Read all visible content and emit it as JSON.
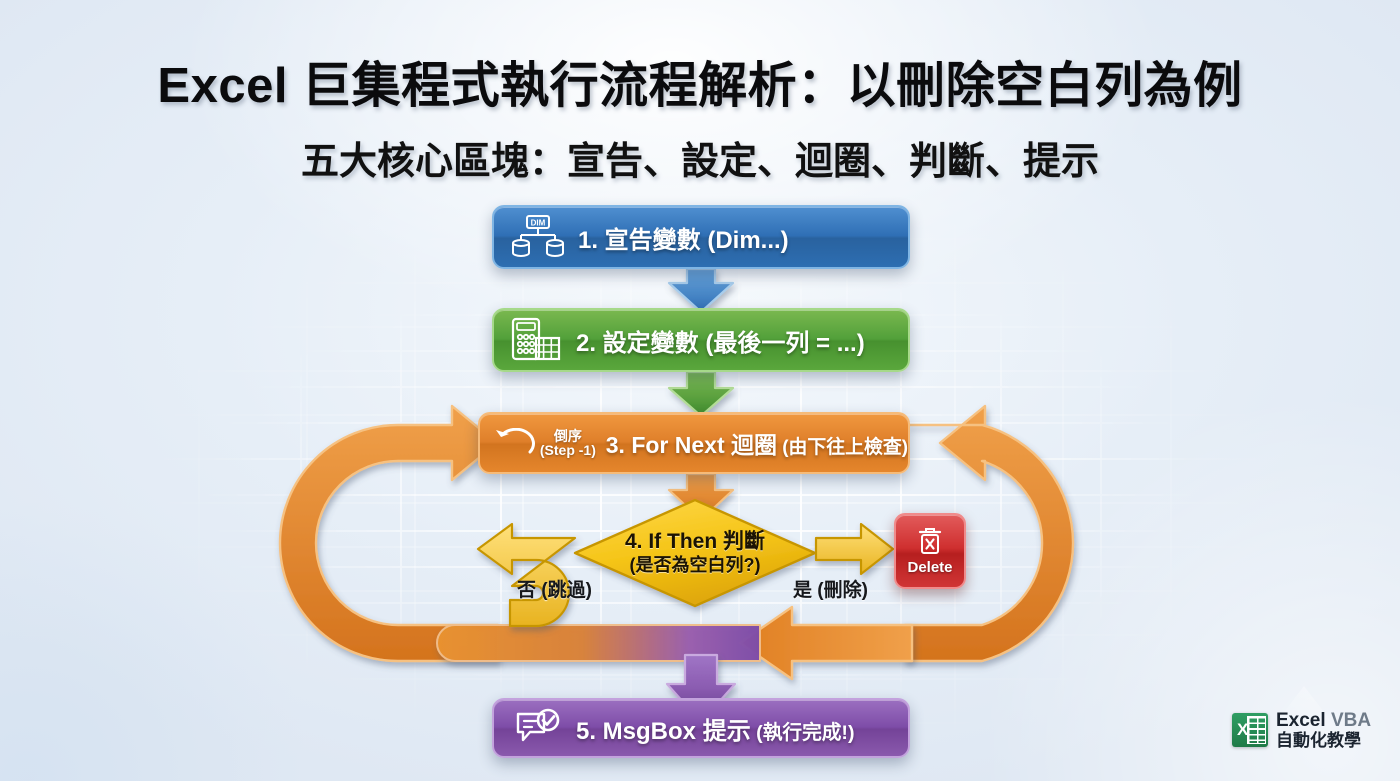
{
  "header": {
    "title": "Excel 巨集程式執行流程解析：以刪除空白列為例",
    "subtitle": "五大核心區塊：宣告、設定、迴圈、判斷、提示"
  },
  "flow": {
    "steps": [
      {
        "id": "step1",
        "label": "1. 宣告變數 (Dim...)",
        "color": "#2f6fb5",
        "icon": "dim-hierarchy-icon",
        "icon_text": "DIM"
      },
      {
        "id": "step2",
        "label": "2. 設定變數 (最後一列 = ...)",
        "color": "#52a03a",
        "icon": "calculator-icon"
      },
      {
        "id": "step3",
        "label_main": "3. For Next 迴圈",
        "label_sub": " (由下往上檢查)",
        "color": "#df7f2a",
        "icon": "reverse-loop-icon",
        "badge_line1": "倒序",
        "badge_line2": "(Step -1)"
      },
      {
        "id": "step5",
        "label_main": "5. MsgBox 提示",
        "label_sub": " (執行完成!)",
        "color": "#7e4da8",
        "icon": "message-check-icon"
      }
    ],
    "decision": {
      "id": "step4",
      "line1": "4. If Then 判斷",
      "line2": "(是否為空白列?)",
      "color": "#f5c518"
    },
    "action": {
      "id": "delete-action",
      "label": "Delete",
      "color": "#cf2f2f",
      "icon": "trash-x-icon"
    },
    "branches": {
      "no_label": "否 (跳過)",
      "yes_label": "是 (刪除)"
    }
  },
  "logo": {
    "icon": "excel-icon",
    "icon_letter": "X",
    "line1_main": "Excel",
    "line1_accent": "VBA",
    "line2": "自動化教學"
  }
}
